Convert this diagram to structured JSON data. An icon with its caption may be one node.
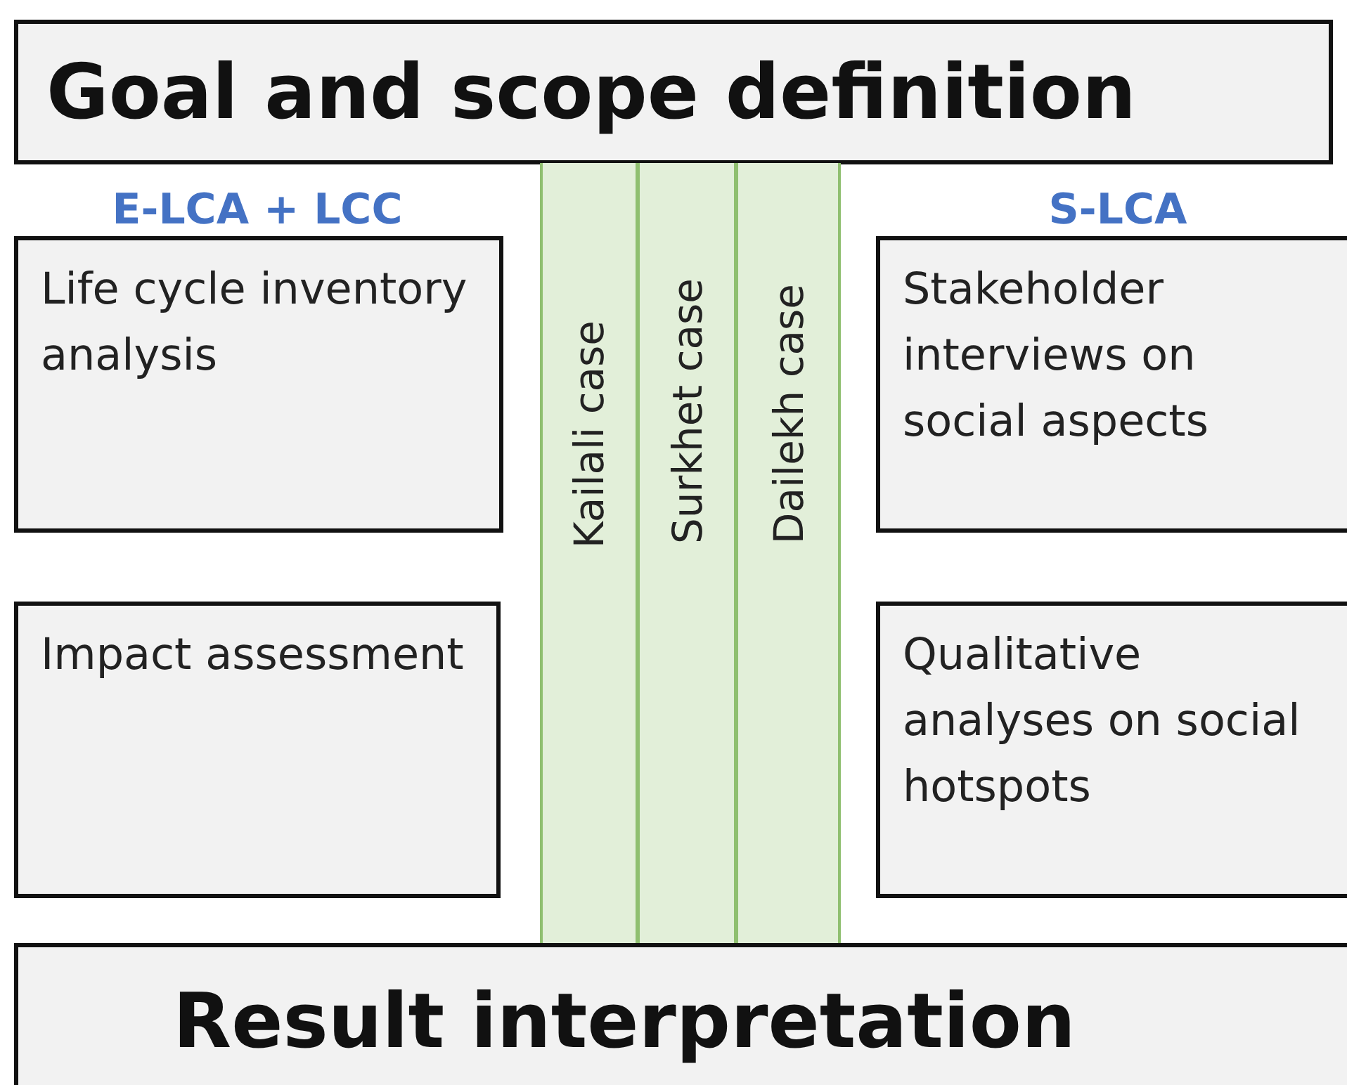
{
  "diagram": {
    "nodes": [
      {
        "text": [
          "Goal and scope definition"
        ]
      },
      {
        "text": [
          "Life cycle inventory analysis"
        ]
      },
      {
        "text": [
          "Impact assessment"
        ]
      },
      {
        "text": [
          "Kailali case"
        ]
      },
      {
        "text": [
          "Surkhet case"
        ]
      },
      {
        "text": [
          "Dailekh case"
        ]
      },
      {
        "text": [
          "Stakeholder interviews on social aspects"
        ]
      },
      {
        "text": [
          "Qualitative analyses on social hotspots"
        ]
      },
      {
        "text": [
          "Result interpretation"
        ]
      }
    ],
    "edges": [],
    "labels": [
      "E-LCA + LCC",
      "S-LCA"
    ]
  }
}
